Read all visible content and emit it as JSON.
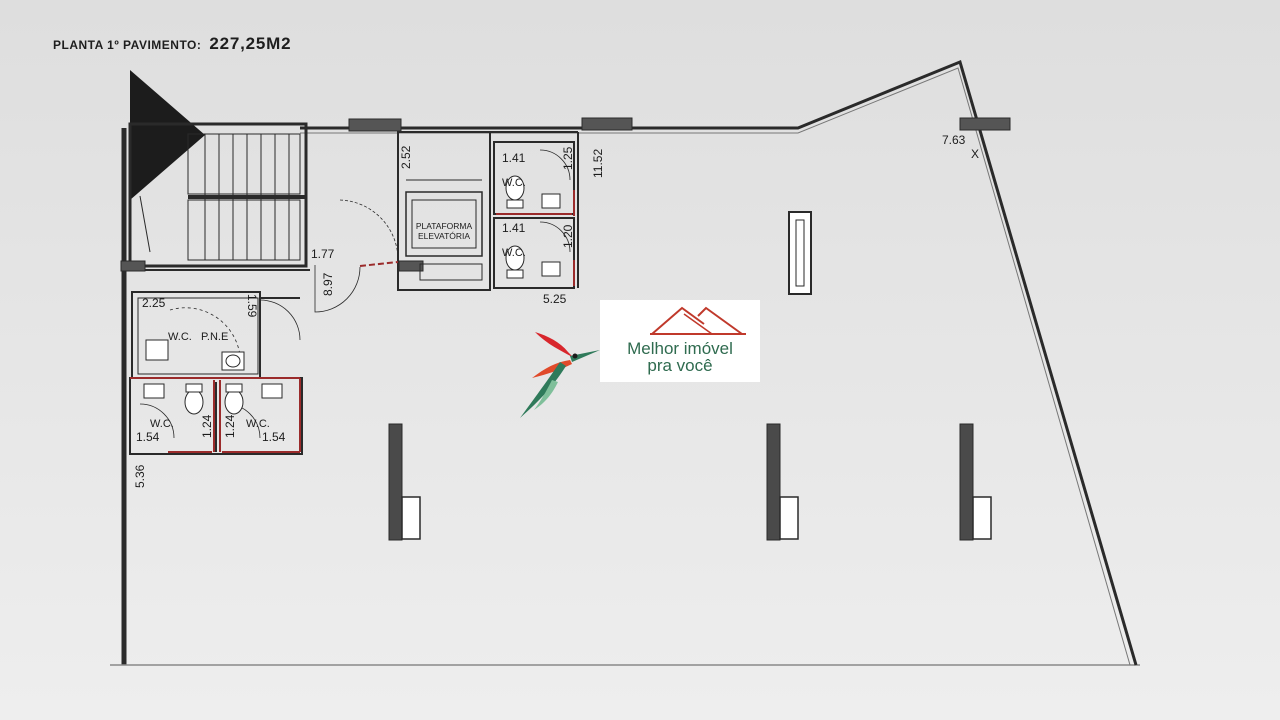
{
  "header": {
    "label": "PLANTA 1º PAVIMENTO:",
    "area": "227,25M2"
  },
  "dimensions": {
    "d_2_52": "2.52",
    "d_1_41_a": "1.41",
    "d_1_25": "1.25",
    "d_11_52": "11.52",
    "d_7_63": "7.63",
    "d_x": "X",
    "d_1_41_b": "1.41",
    "d_1_20": "1.20",
    "d_1_77": "1.77",
    "d_8_97": "8.97",
    "d_5_25": "5.25",
    "d_2_25": "2.25",
    "d_1_59": "1.59",
    "d_1_54_a": "1.54",
    "d_1_24_a": "1.24",
    "d_1_24_b": "1.24",
    "d_1_54_b": "1.54",
    "d_5_36": "5.36"
  },
  "rooms": {
    "wc_top": "W.C.",
    "wc_mid": "W.C.",
    "wc_pne": "W.C.   P.N.E",
    "wc_left": "W.C.",
    "wc_right": "W.C.",
    "platform_line1": "PLATAFORMA",
    "platform_line2": "ELEVATÓRIA"
  },
  "logo": {
    "line1": "Melhor imóvel",
    "line2": "pra você",
    "text_color": "#2f6b4f",
    "roof_color": "#c0392b"
  },
  "colors": {
    "wall": "#2a2a2a",
    "wall_accent": "#9b2b2b",
    "background": "#e4e4e4"
  }
}
